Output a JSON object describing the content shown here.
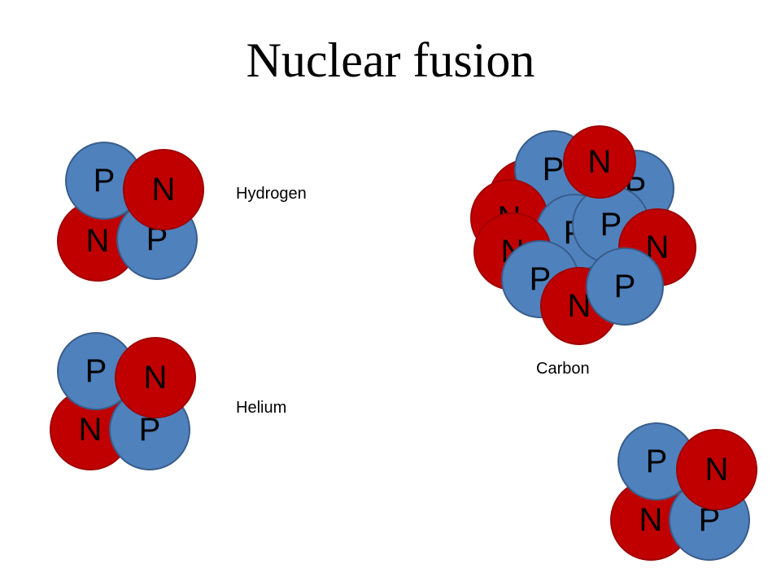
{
  "title": "Nuclear fusion",
  "labels": {
    "hydrogen": "Hydrogen",
    "helium": "Helium",
    "carbon": "Carbon"
  },
  "colors": {
    "proton": "#4f81bd",
    "neutron": "#c00000"
  },
  "particle_letters": {
    "proton": "P",
    "neutron": "N"
  },
  "nuclei": [
    {
      "name": "hydrogen-nucleus",
      "particles": [
        {
          "type": "neutron",
          "letter": "N"
        },
        {
          "type": "proton",
          "letter": "P"
        },
        {
          "type": "proton",
          "letter": "P"
        },
        {
          "type": "neutron",
          "letter": "N"
        }
      ]
    },
    {
      "name": "helium-nucleus",
      "particles": [
        {
          "type": "neutron",
          "letter": "N"
        },
        {
          "type": "proton",
          "letter": "P"
        },
        {
          "type": "proton",
          "letter": "P"
        },
        {
          "type": "neutron",
          "letter": "N"
        }
      ]
    },
    {
      "name": "carbon-nucleus",
      "particles": [
        {
          "type": "neutron",
          "letter": "N"
        },
        {
          "type": "proton",
          "letter": "P"
        },
        {
          "type": "proton",
          "letter": "P"
        },
        {
          "type": "neutron",
          "letter": "N"
        },
        {
          "type": "proton",
          "letter": "P"
        },
        {
          "type": "proton",
          "letter": "P"
        },
        {
          "type": "neutron",
          "letter": "N"
        },
        {
          "type": "neutron",
          "letter": "N"
        },
        {
          "type": "proton",
          "letter": "P"
        },
        {
          "type": "neutron",
          "letter": "N"
        },
        {
          "type": "proton",
          "letter": "P"
        },
        {
          "type": "neutron",
          "letter": "N"
        }
      ]
    },
    {
      "name": "fourth-nucleus",
      "particles": [
        {
          "type": "neutron",
          "letter": "N"
        },
        {
          "type": "proton",
          "letter": "P"
        },
        {
          "type": "proton",
          "letter": "P"
        },
        {
          "type": "neutron",
          "letter": "N"
        }
      ]
    }
  ]
}
